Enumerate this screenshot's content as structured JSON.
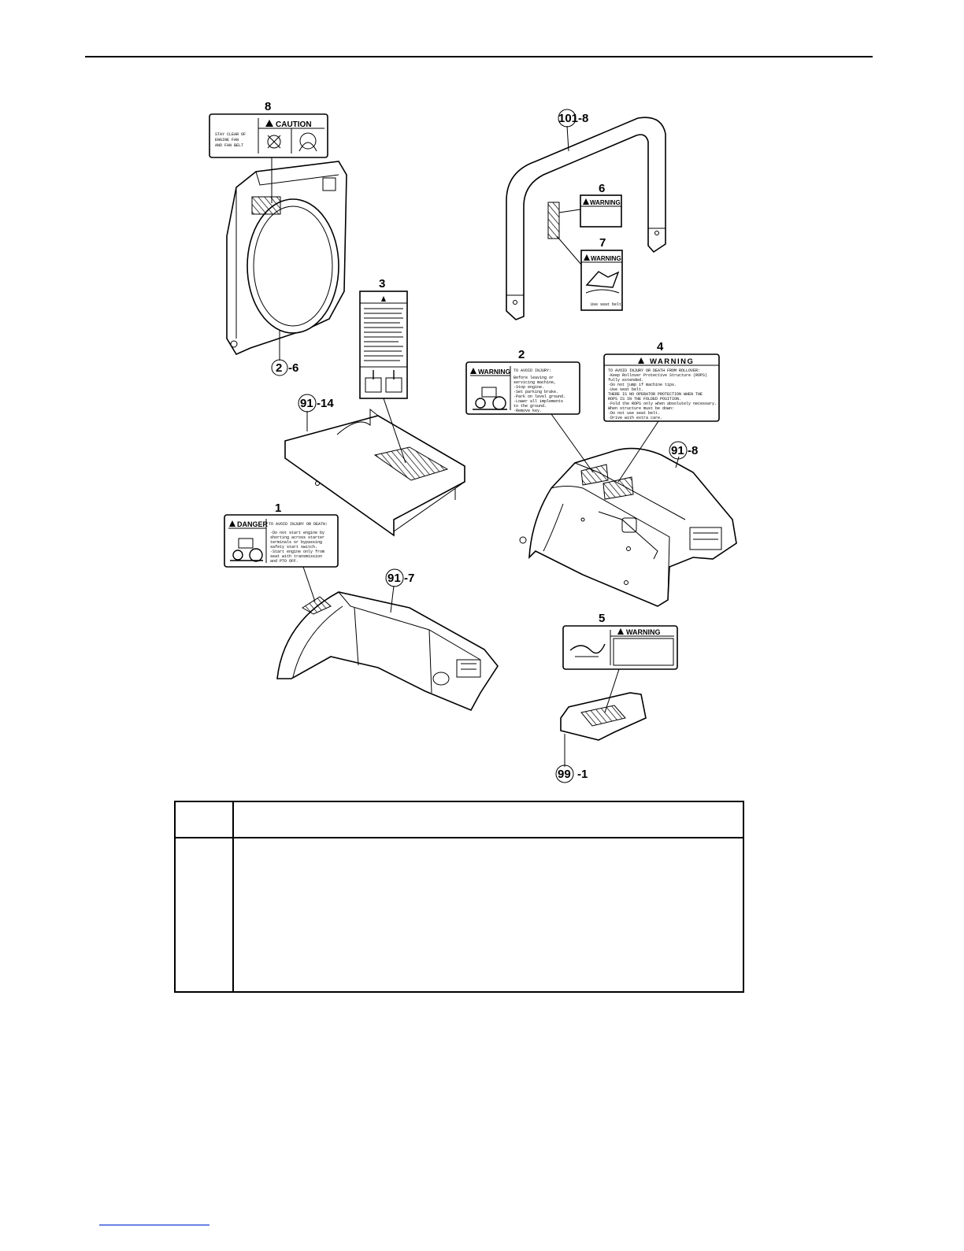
{
  "callouts": {
    "c8": "8",
    "c2_6": "-6",
    "c2_6_circle": "2",
    "c3": "3",
    "c91_14_circle": "91",
    "c91_14": "-14",
    "c1": "1",
    "c91_7_circle": "91",
    "c91_7": "-7",
    "c101_8_circle": "101",
    "c101_8": "-8",
    "c6": "6",
    "c7": "7",
    "c2": "2",
    "c4": "4",
    "c91_8_circle": "91",
    "c91_8": "-8",
    "c5": "5",
    "c99_1_circle": "99",
    "c99_1": "-1"
  },
  "labels": {
    "caution": {
      "title": "CAUTION",
      "text": [
        "STAY CLEAR OF",
        "ENGINE FAN",
        "AND FAN BELT"
      ]
    },
    "danger": {
      "title": "DANGER",
      "heading": "TO AVOID INJURY OR DEATH:",
      "text": [
        "·Do not start engine by",
        " shorting across starter",
        " terminals or bypassing",
        " safety start switch.",
        "·Start engine only from",
        " seat with transmission",
        " and PTO OFF."
      ]
    },
    "warning2": {
      "title": "WARNING",
      "heading": "TO AVOID INJURY:",
      "text": [
        "Before leaving or",
        "servicing machine,",
        "·Stop engine.",
        "·Set parking brake.",
        "·Park on level ground.",
        "·Lower all implements",
        " to the ground.",
        "·Remove key."
      ]
    },
    "warning4": {
      "title": "WARNING",
      "text": [
        "TO AVOID INJURY OR DEATH FROM ROLLOVER:",
        "·Keep Rollover Protective Structure (ROPS)",
        " fully extended.",
        "·Do not jump if machine tips.",
        "·Use seat belt.",
        "THERE IS NO OPERATOR PROTECTION WHEN THE",
        "ROPS IS IN THE FOLDED POSITION.",
        "·Fold the ROPS only when absolutely necessary.",
        "When structure must be down:",
        " ·Do not use seat belt.",
        " ·Drive with extra care."
      ]
    },
    "warning5": {
      "title": "WARNING"
    },
    "warning6": {
      "title": "WARNING"
    },
    "warning7": {
      "title": "WARNING",
      "footer": "Use seat belt."
    }
  },
  "table": {
    "header_left": "",
    "header_right": "",
    "body_left": "",
    "body_right": ""
  }
}
